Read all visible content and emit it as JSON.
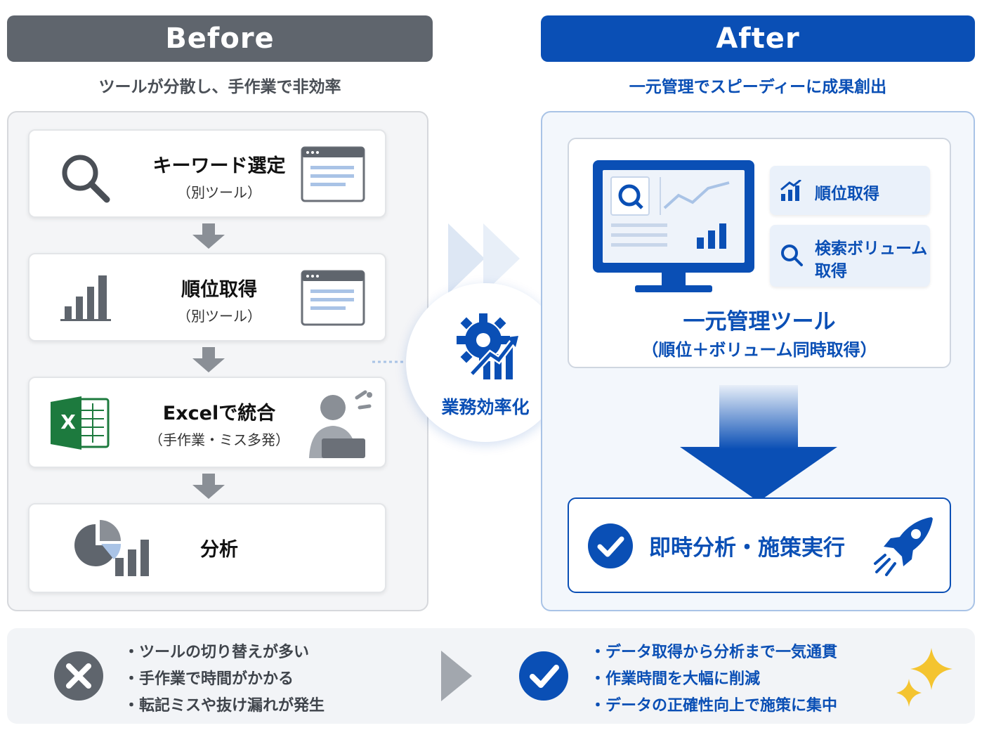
{
  "before": {
    "header": "Before",
    "subtitle": "ツールが分散し、手作業で非効率",
    "steps": [
      {
        "title": "キーワード選定",
        "sub": "（別ツール）"
      },
      {
        "title": "順位取得",
        "sub": "（別ツール）"
      },
      {
        "title": "Excelで統合",
        "sub": "（手作業・ミス多発）"
      },
      {
        "title": "分析",
        "sub": ""
      }
    ],
    "excel_letter": "X"
  },
  "after": {
    "header": "After",
    "subtitle": "一元管理でスピーディーに成果創出",
    "features": [
      {
        "label_line1": "順位取得",
        "label_line2": ""
      },
      {
        "label_line1": "検索ボリューム",
        "label_line2": "取得"
      }
    ],
    "tool_name": "一元管理ツール",
    "tool_sub": "（順位＋ボリューム同時取得）",
    "result": "即時分析・施策実行"
  },
  "center": {
    "label": "業務効率化"
  },
  "bottom": {
    "before_points": [
      "・ツールの切り替えが多い",
      "・手作業で時間がかかる",
      "・転記ミスや抜け漏れが発生"
    ],
    "after_points": [
      "・データ取得から分析まで一気通貫",
      "・作業時間を大幅に削減",
      "・データの正確性向上で施策に集中"
    ]
  },
  "colors": {
    "before_gray": "#5f656d",
    "after_blue": "#0a4fb5",
    "excel_green": "#1d7a3e",
    "star_yellow": "#f4c430"
  }
}
